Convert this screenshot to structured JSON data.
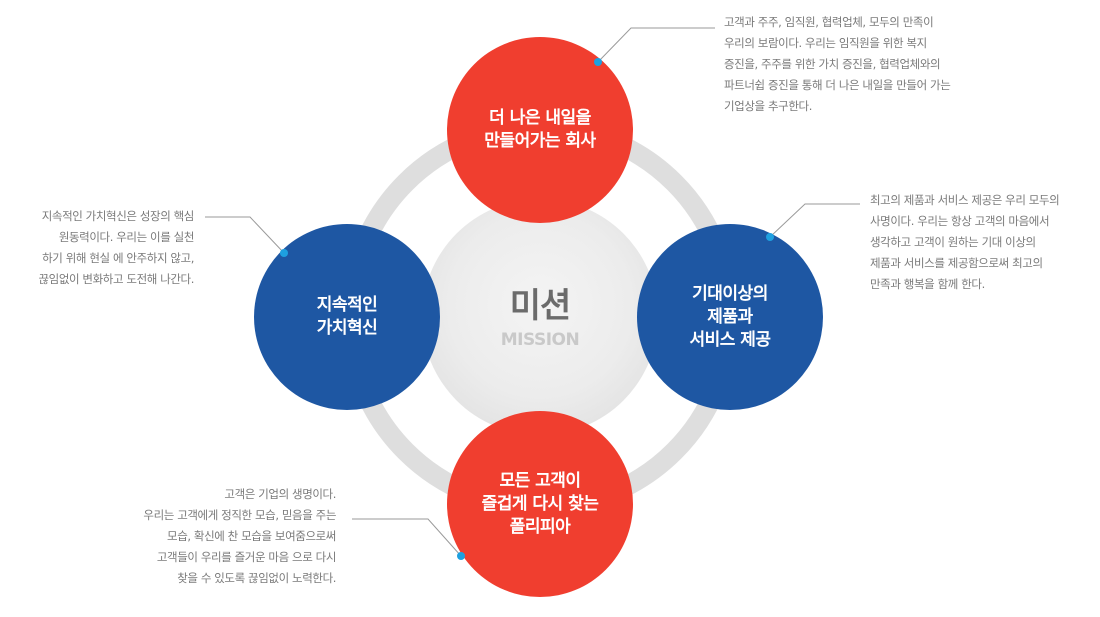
{
  "center": {
    "title": "미션",
    "subtitle": "MISSION"
  },
  "colors": {
    "ring": "#dedede",
    "red": "#f03e2f",
    "blue": "#1e57a3",
    "dot": "#1ea0e0",
    "line": "#9a9a9a",
    "text": "#7a7a7a"
  },
  "nodes": {
    "top": {
      "lines": [
        "더 나은 내일을",
        "만들어가는 회사"
      ],
      "description": [
        "고객과 주주, 임직원, 협력업체, 모두의 만족이",
        "우리의 보람이다. 우리는 임직원을 위한 복지",
        "증진을, 주주를 위한 가치 증진을, 협력업체와의",
        "파트너쉽 증진을 통해 더 나은 내일을 만들어 가는",
        "기업상을 추구한다."
      ]
    },
    "right": {
      "lines": [
        "기대이상의",
        "제품과",
        "서비스 제공"
      ],
      "description": [
        "최고의 제품과 서비스 제공은 우리 모두의",
        "사명이다. 우리는 항상 고객의 마음에서",
        "생각하고 고객이 원하는 기대 이상의",
        "제품과 서비스를 제공함으로써 최고의",
        "만족과 행복을 함께 한다."
      ]
    },
    "bottom": {
      "lines": [
        "모든 고객이",
        "즐겁게 다시 찾는",
        "폴리피아"
      ],
      "description": [
        "고객은 기업의 생명이다.",
        "우리는 고객에게 정직한 모습, 믿음을 주는",
        "모습, 확신에 찬 모습을 보여줌으로써",
        "고객들이 우리를 즐거운 마음 으로 다시",
        "찾을 수 있도록 끊임없이 노력한다."
      ]
    },
    "left": {
      "lines": [
        "지속적인",
        "가치혁신"
      ],
      "description": [
        "지속적인 가치혁신은 성장의 핵심",
        "원동력이다. 우리는 이를 실천",
        "하기 위해 현실 에 안주하지 않고,",
        "끊임없이 변화하고 도전해 나간다."
      ]
    }
  }
}
